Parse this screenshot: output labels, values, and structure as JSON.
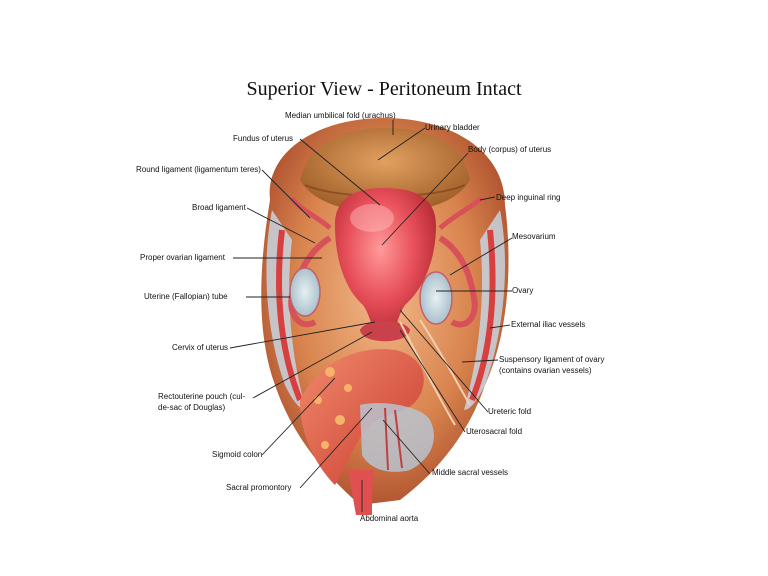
{
  "title": "Superior View - Peritoneum Intact",
  "labels": {
    "median_umbilical_fold": "Median umbilical fold (urachus)",
    "urinary_bladder": "Urinary bladder",
    "fundus_of_uterus": "Fundus of uterus",
    "body_of_uterus": "Body (corpus) of uterus",
    "round_ligament": "Round ligament (ligamentum teres)",
    "deep_inguinal_ring": "Deep inguinal ring",
    "broad_ligament": "Broad ligament",
    "mesovarium": "Mesovarium",
    "proper_ovarian_ligament": "Proper ovarian ligament",
    "ovary": "Ovary",
    "uterine_tube": "Uterine (Fallopian) tube",
    "external_iliac_vessels": "External iliac vessels",
    "cervix_of_uterus": "Cervix of uterus",
    "suspensory_ligament_1": "Suspensory ligament of ovary",
    "suspensory_ligament_2": "(contains ovarian vessels)",
    "rectouterine_pouch_1": "Rectouterine pouch (cul-",
    "rectouterine_pouch_2": "de-sac of Douglas)",
    "ureteric_fold": "Ureteric fold",
    "uterosacral_fold": "Uterosacral fold",
    "sigmoid_colon": "Sigmoid colon",
    "middle_sacral_vessels": "Middle sacral vessels",
    "sacral_promontory": "Sacral promontory",
    "abdominal_aorta": "Abdominal aorta"
  }
}
